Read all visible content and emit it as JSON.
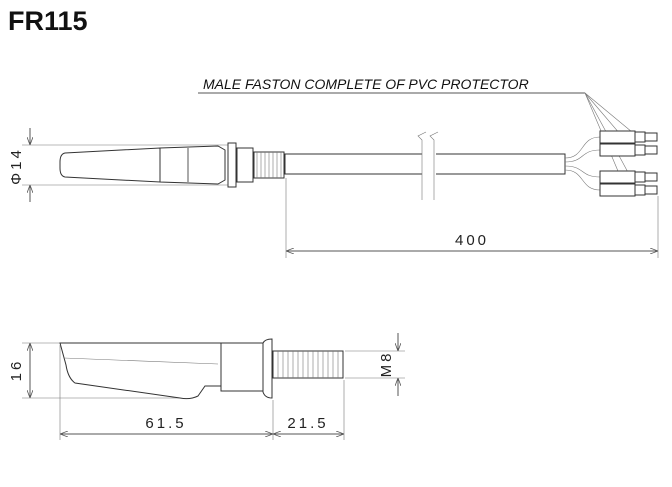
{
  "title": "FR115",
  "callout": "MALE FASTON COMPLETE OF PVC PROTECTOR",
  "top_view": {
    "diameter_label": "Φ14",
    "cable_length_label": "400"
  },
  "side_view": {
    "height_label": "16",
    "body_length_label": "61.5",
    "thread_length_label": "21.5",
    "thread_label": "M8"
  }
}
